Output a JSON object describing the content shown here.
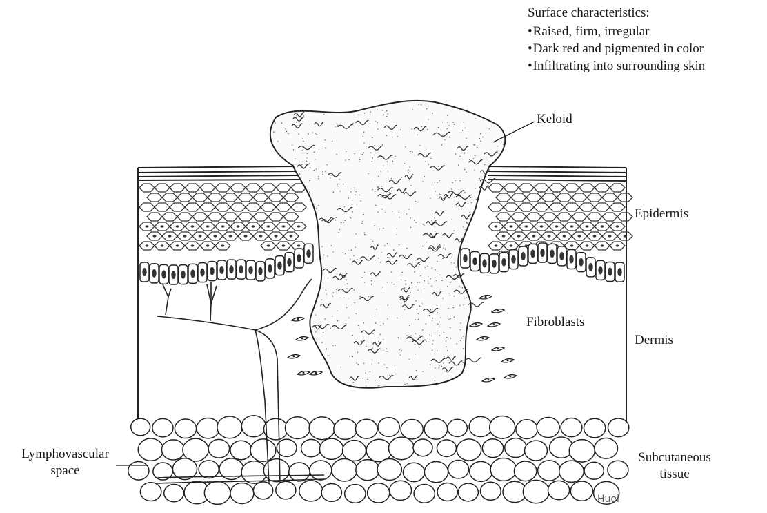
{
  "surface": {
    "title": "Surface characteristics:",
    "items": [
      "Raised, firm, irregular",
      "Dark red and pigmented in color",
      "Infiltrating into surrounding skin"
    ]
  },
  "labels": {
    "keloid": "Keloid",
    "epidermis": "Epidermis",
    "fibroblasts": "Fibroblasts",
    "dermis": "Dermis",
    "lymphovascular_space": "Lymphovascular space",
    "subcutaneous_tissue": "Subcutaneous tissue"
  },
  "signature": "Huei",
  "colors": {
    "ink": "#1a1a1a",
    "background": "#ffffff"
  }
}
